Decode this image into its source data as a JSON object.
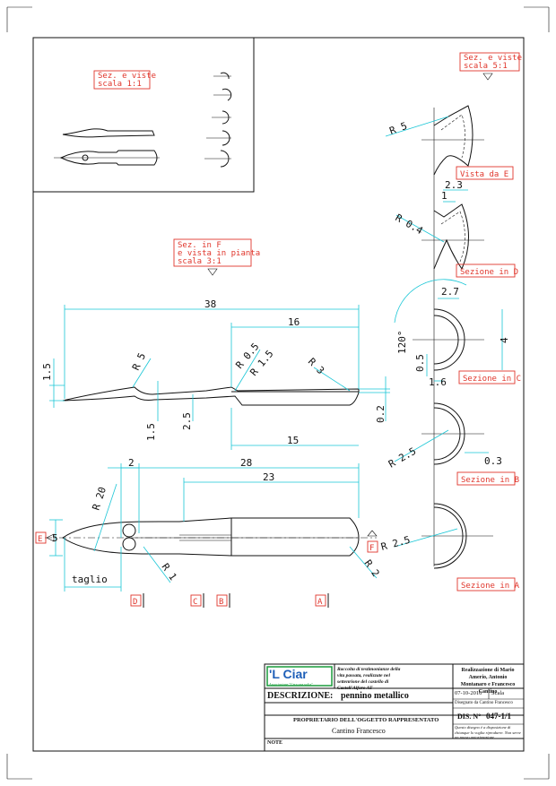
{
  "labels": {
    "inset_note": [
      "Sez. e viste",
      "scala 1:1"
    ],
    "section_scale_note": [
      "Sez. e viste",
      "scala 5:1"
    ],
    "plan_scale_note": [
      "Sez. in F",
      "e vista in pianta",
      "scala 3:1"
    ],
    "view_e": "Vista da E",
    "section_d": "Sezione in D",
    "section_c": "Sezione in C",
    "section_b": "Sezione in B",
    "section_a": "Sezione in A",
    "taglio": "taglio",
    "markers": {
      "e": "E",
      "f": "F",
      "d": "D",
      "c": "C",
      "b": "B",
      "a": "A"
    }
  },
  "dimensions": {
    "r5_top": "R 5",
    "d2_3": "2.3",
    "d1": "1",
    "r0_4": "R 0.4",
    "d2_7": "2.7",
    "d120": "120°",
    "d4": "4",
    "d0_5_sec": "0.5",
    "d1_6": "1.6",
    "r2_5_b": "R 2.5",
    "d0_3": "0.3",
    "r2_5_a": "R 2.5",
    "d38": "38",
    "d16": "16",
    "r5_side": "R 5",
    "r0_5": "R 0.5",
    "r1_5": "R 1.5",
    "r3": "R 3",
    "d1_5_left": "1.5",
    "d1_5_mid": "1.5",
    "d2_5": "2.5",
    "d0_2": "0.2",
    "d15": "15",
    "d2": "2",
    "d28": "28",
    "d23": "23",
    "r20": "R 20",
    "d5": "5",
    "r1": "R 1",
    "r2": "R 2"
  },
  "title_block": {
    "logo": "'L Ciar",
    "logo_sub": "Associazione \"Cera una volta\"",
    "collection": "Raccolta di testimonianze della vita passata, realizzate nel settenrione del castello di Castell'Alfero AT",
    "authors": "Realizzazione di Mario Amerio, Antonio Montanaro e Francesco Cantino",
    "description_label": "DESCRIZIONE:",
    "description_value": "pennino metallico",
    "date": "07-10-2010",
    "scale_label": "Scala",
    "drawn_by": "Disegnato da Cantino Francesco",
    "dis_label": "DIS. N°",
    "dis_value": "047-1/1",
    "owner_label": "PROPRIETARIO DELL'OGGETTO RAPPRESENTATO",
    "owner_value": "Cantino Francesco",
    "notice": "Questo disegno è a disposizione di chiunque lo voglia riprodurre. Non serve un nuovo autorizzazione.",
    "note_label": "NOTE"
  }
}
